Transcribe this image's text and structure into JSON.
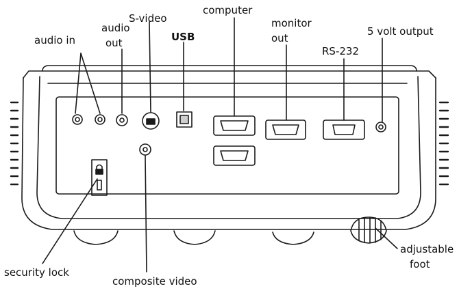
{
  "labels": {
    "audio_in": "audio in",
    "audio_out_line1": "audio",
    "audio_out_line2": "out",
    "s_video": "S-video",
    "usb": "USB",
    "computer": "computer",
    "monitor_out_line1": "monitor",
    "monitor_out_line2": "out",
    "rs232": "RS-232",
    "five_volt_output": "5 volt output",
    "security_lock": "security lock",
    "composite_video": "composite video",
    "adjustable_foot_line1": "adjustable",
    "adjustable_foot_line2": "foot"
  },
  "colors": {
    "line": "#1a1a1a",
    "body_fill": "#ffffff",
    "panel_fill": "#ffffff"
  }
}
